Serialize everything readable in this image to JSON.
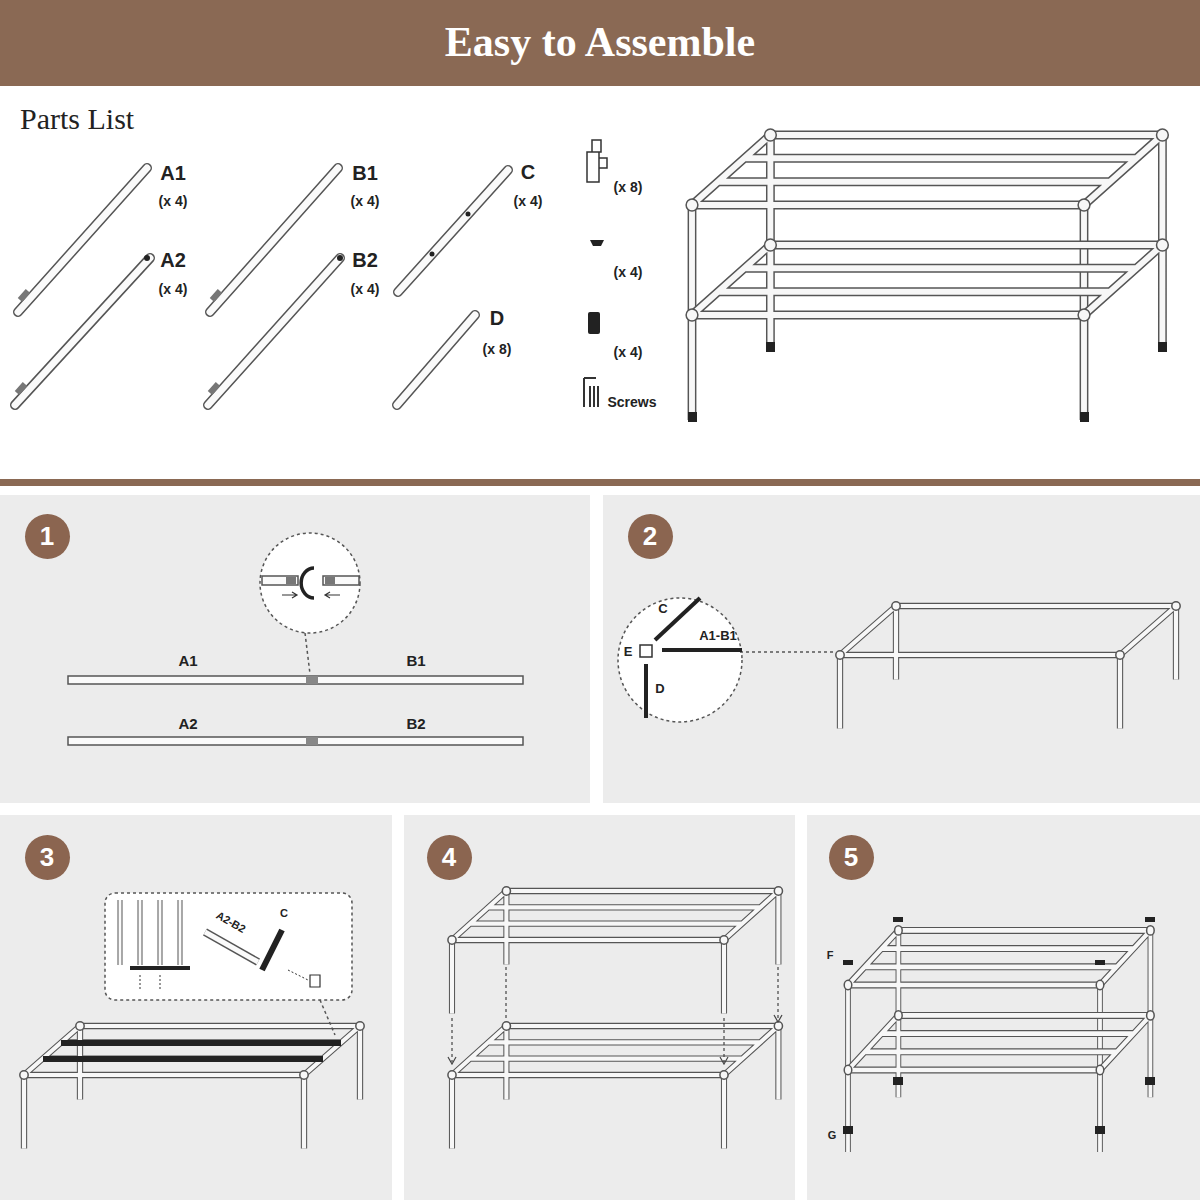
{
  "diagram": {
    "title": "Easy to Assemble",
    "nodes": [
      {
        "text": [
          "1"
        ]
      },
      {
        "text": [
          "2"
        ]
      },
      {
        "text": [
          "3"
        ]
      },
      {
        "text": [
          "4"
        ]
      },
      {
        "text": [
          "5"
        ]
      }
    ],
    "labels": [
      "Parts List",
      "A1",
      "(x 4)",
      "A2",
      "(x 4)",
      "B1",
      "(x 4)",
      "B2",
      "(x 4)",
      "C",
      "(x 4)",
      "D",
      "(x 8)",
      "(x 8)",
      "(x 4)",
      "(x 4)",
      "Screws",
      "A1",
      "B1",
      "A2",
      "B2",
      "C",
      "A1-B1",
      "E",
      "D",
      "A2-B2",
      "C",
      "F",
      "G"
    ]
  }
}
